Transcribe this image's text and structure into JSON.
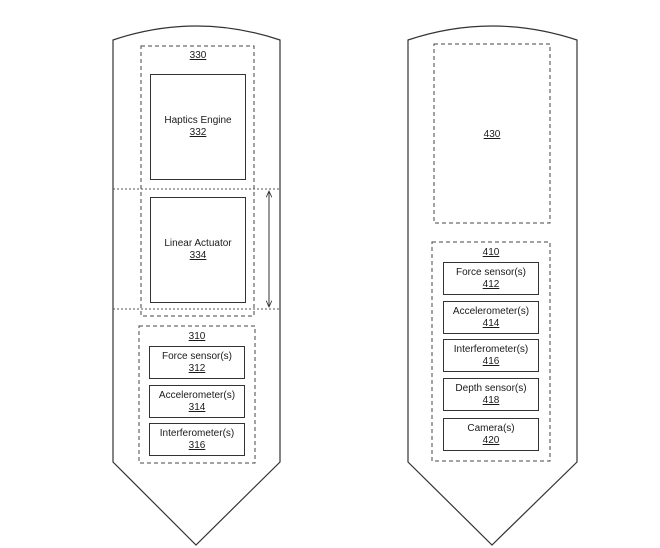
{
  "left_device": {
    "group_330": {
      "ref": "330"
    },
    "haptics_engine": {
      "name": "Haptics Engine",
      "ref": "332"
    },
    "linear_actuator": {
      "name": "Linear Actuator",
      "ref": "334"
    },
    "group_310": {
      "ref": "310",
      "items": [
        {
          "name": "Force sensor(s)",
          "ref": "312"
        },
        {
          "name": "Accelerometer(s)",
          "ref": "314"
        },
        {
          "name": "Interferometer(s)",
          "ref": "316"
        }
      ]
    }
  },
  "right_device": {
    "group_430": {
      "ref": "430"
    },
    "group_410": {
      "ref": "410",
      "items": [
        {
          "name": "Force sensor(s)",
          "ref": "412"
        },
        {
          "name": "Accelerometer(s)",
          "ref": "414"
        },
        {
          "name": "Interferometer(s)",
          "ref": "416"
        },
        {
          "name": "Depth sensor(s)",
          "ref": "418"
        },
        {
          "name": "Camera(s)",
          "ref": "420"
        }
      ]
    }
  }
}
